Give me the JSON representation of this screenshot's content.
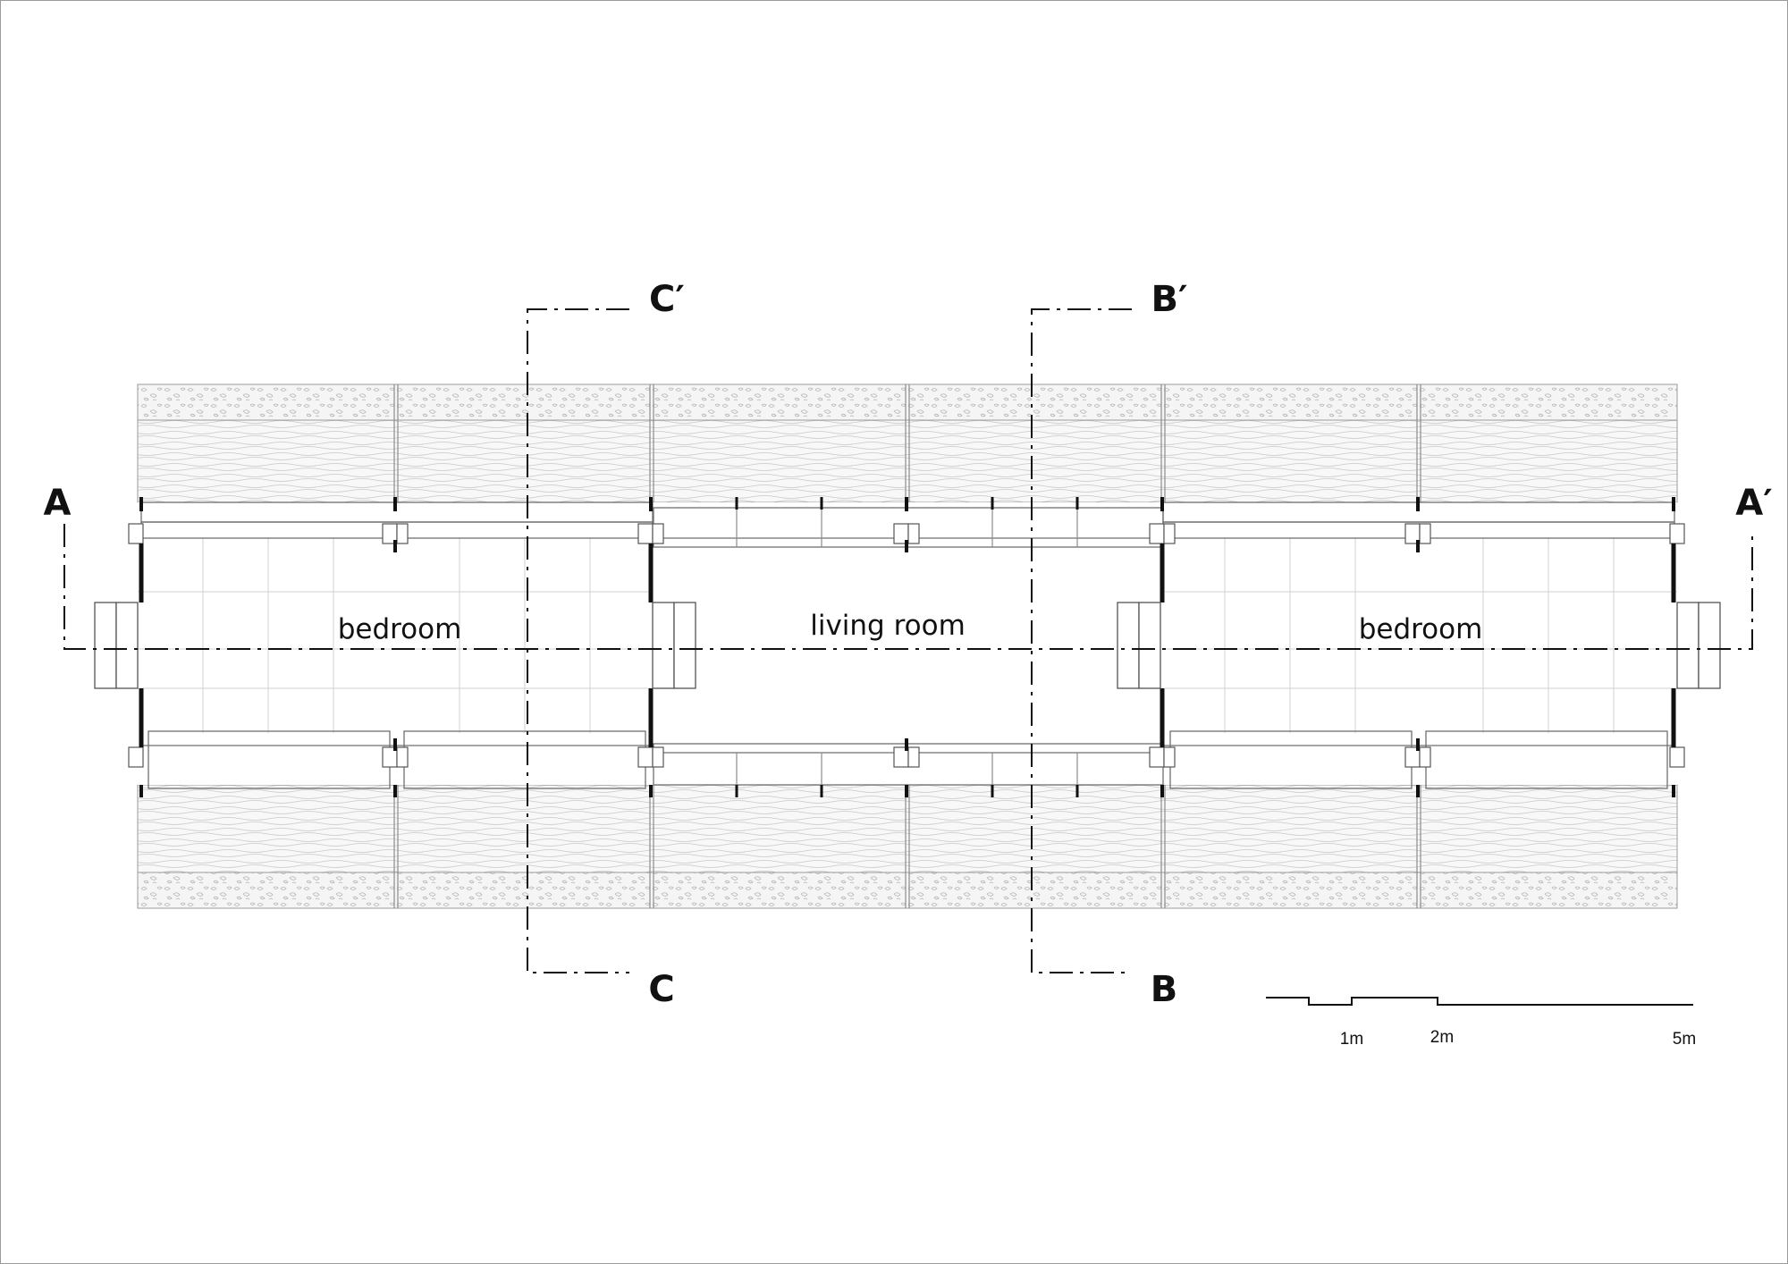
{
  "rooms": {
    "left_bedroom": "bedroom",
    "living_room": "living  room",
    "right_bedroom": "bedroom"
  },
  "sections": {
    "a": "A",
    "a_prime": "A′",
    "b": "B",
    "b_prime": "B′",
    "c": "C",
    "c_prime": "C′"
  },
  "scale_bar": {
    "labels": [
      "1m",
      "2m",
      "5m"
    ]
  },
  "colors": {
    "line": "#111111",
    "thin_line": "#8c8c8c",
    "gravel_fill": "#f4f4f4",
    "wood_fill": "#f7f7f7"
  }
}
